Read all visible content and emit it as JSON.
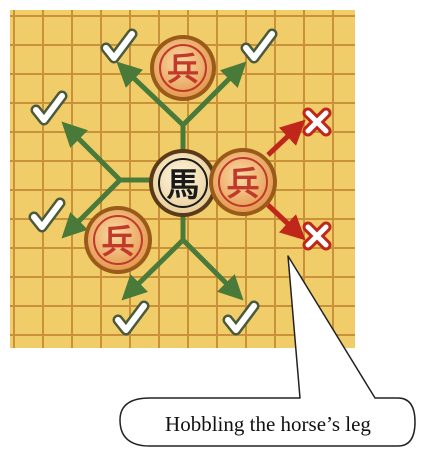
{
  "pieces": {
    "horse": {
      "char": "馬",
      "color": "#1a1a1a"
    },
    "pawn_top": {
      "char": "兵",
      "color": "#c0392b"
    },
    "pawn_right": {
      "char": "兵",
      "color": "#c0392b"
    },
    "pawn_bottom_left": {
      "char": "兵",
      "color": "#c0392b"
    }
  },
  "moves": {
    "allowed_count": 6,
    "blocked_count": 2,
    "allowed_icon": "checkmark-icon",
    "blocked_icon": "cross-icon",
    "allowed_color": "#4a7a3a",
    "blocked_color": "#c0261a"
  },
  "board": {
    "background": "#f1cd6a",
    "line_color": "#c9923a"
  },
  "caption": {
    "text": "Hobbling the horse’s leg"
  }
}
